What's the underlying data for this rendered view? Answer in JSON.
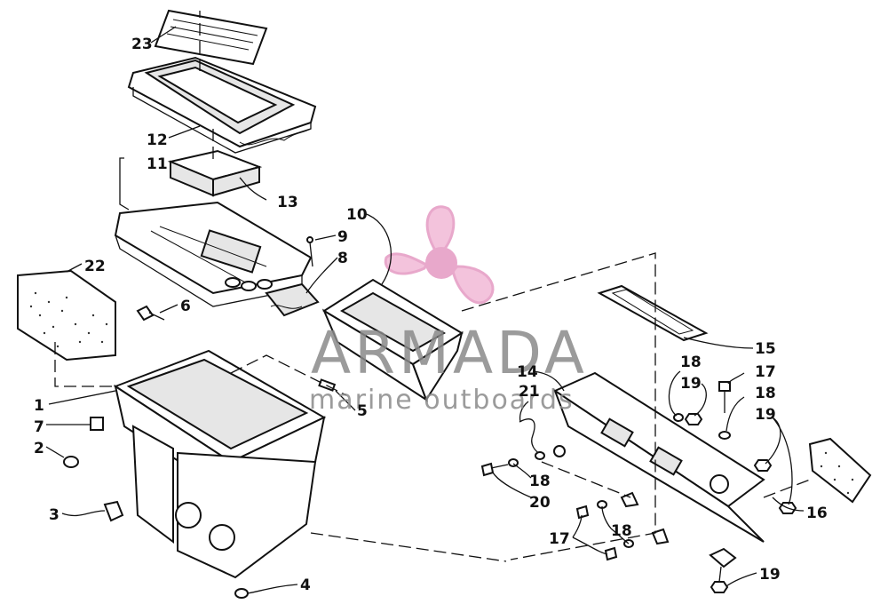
{
  "watermark": {
    "brand": "ARMADA",
    "tagline": "marine outboards",
    "colors": {
      "logo": "#e59ac3",
      "logo_center": "#d66aa5",
      "text": "#8a8a8a"
    }
  },
  "callouts": {
    "c1": "1",
    "c2": "2",
    "c3": "3",
    "c4": "4",
    "c5": "5",
    "c6": "6",
    "c7": "7",
    "c8": "8",
    "c9": "9",
    "c10": "10",
    "c11": "11",
    "c12": "12",
    "c13": "13",
    "c14": "14",
    "c15": "15",
    "c16": "16",
    "c17a": "17",
    "c17b": "17",
    "c18a": "18",
    "c18b": "18",
    "c18c": "18",
    "c18d": "18",
    "c19a": "19",
    "c19b": "19",
    "c19c": "19",
    "c20": "20",
    "c21": "21",
    "c22": "22",
    "c23": "23"
  }
}
